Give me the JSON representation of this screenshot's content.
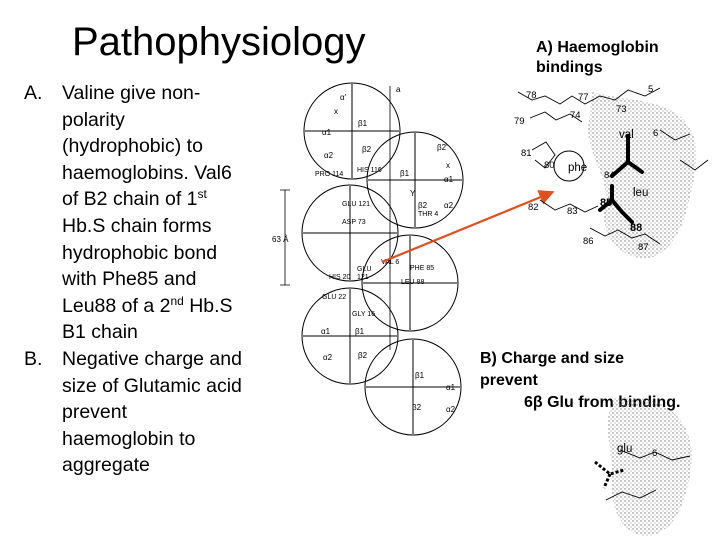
{
  "slide": {
    "title": "Pathophysiology",
    "bullets": [
      {
        "marker": "A.",
        "lines": [
          "Valine give non-",
          "polarity",
          "(hydrophobic) to",
          "haemoglobins. Val6",
          "of B2 chain of 1",
          "Hb.S chain forms",
          "hydrophobic bond",
          "with Phe85 and",
          "Leu88 of a 2",
          "B1 chain"
        ],
        "sup1": "st",
        "sup2": "nd",
        "line5_tail": "",
        "line9_tail": " Hb.S"
      },
      {
        "marker": "B.",
        "lines": [
          "Negative charge and",
          "size of Glutamic acid",
          "prevent",
          "haemoglobin to",
          "aggregate"
        ]
      }
    ]
  },
  "panel_a": {
    "title_line1": "A) Haemoglobin",
    "title_line2": "bindings"
  },
  "panel_b": {
    "title_line1": "B) Charge and size",
    "title_line2": "prevent",
    "title_line3": "6β Glu from binding."
  },
  "tetramer_labels": {
    "a": "a",
    "alpha_prime": "α'",
    "x1": "x",
    "a1_top": "α1",
    "b1_top": "β1",
    "b2_top": "β2",
    "a2_top": "α2",
    "pro114": "PRO 114",
    "his116": "HIS 116",
    "b2_prime": "β2'",
    "x2": "x",
    "beta1_mid": "β1",
    "a1_mid": "α1",
    "glu121": "GLU 121",
    "asp73": "ASP 73",
    "y_label": "Y",
    "b2_mid": "β2",
    "a2_mid": "α2",
    "thr4": "THR 4",
    "dist": "63 Å",
    "val6": "VAL 6",
    "glu": "GLU",
    "his20": "HIS 20",
    "num121": "121",
    "phe85": "PHE 85",
    "leu88": "LEU 88",
    "glu22": "GLU 22",
    "gly16": "GLY 16",
    "a1_low": "α1",
    "b1_low": "β1",
    "a2_bot": "α2",
    "b2_bot": "β2",
    "b1_right": "β1",
    "a1_right": "α1",
    "b2_right": "β2",
    "a2_right": "α2"
  },
  "residues_a": {
    "n78": "78",
    "n77": "77",
    "n5": "5",
    "n73": "73",
    "n79": "79",
    "n74": "74",
    "val": "val",
    "n6": "6",
    "n81": "81",
    "n80": "80",
    "phe": "phe",
    "n84": "84",
    "leu": "leu",
    "n85": "85",
    "n82": "82",
    "n83": "83",
    "n88": "88",
    "n86": "86",
    "n87": "87"
  },
  "residues_b": {
    "glu": "glu",
    "n6": "6"
  },
  "colors": {
    "arrow": "#e0501e",
    "bond": "#000000"
  }
}
